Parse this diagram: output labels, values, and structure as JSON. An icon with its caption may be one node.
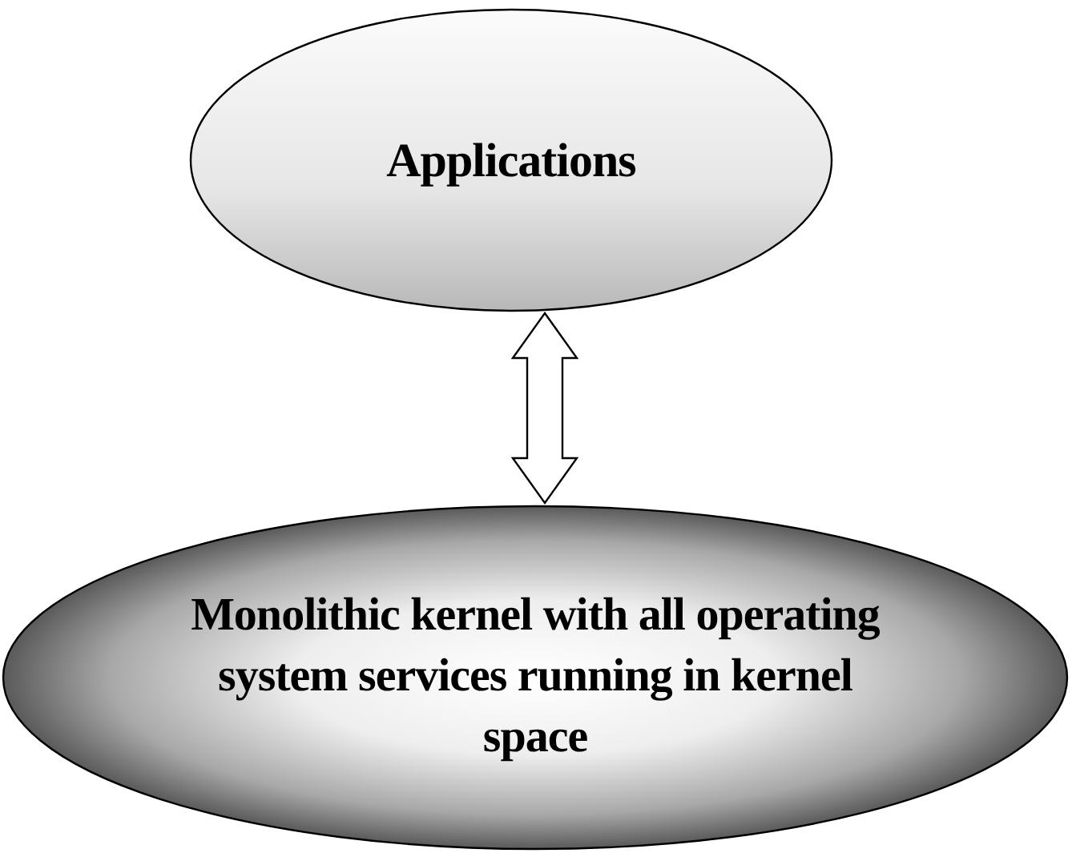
{
  "diagram": {
    "nodes": [
      {
        "text": [
          "Applications"
        ]
      },
      {
        "text": [
          "Monolithic kernel with all operating system services running in kernel space"
        ]
      }
    ],
    "edges": [
      {
        "from": 0,
        "to": 1,
        "arrow": "both"
      }
    ]
  }
}
